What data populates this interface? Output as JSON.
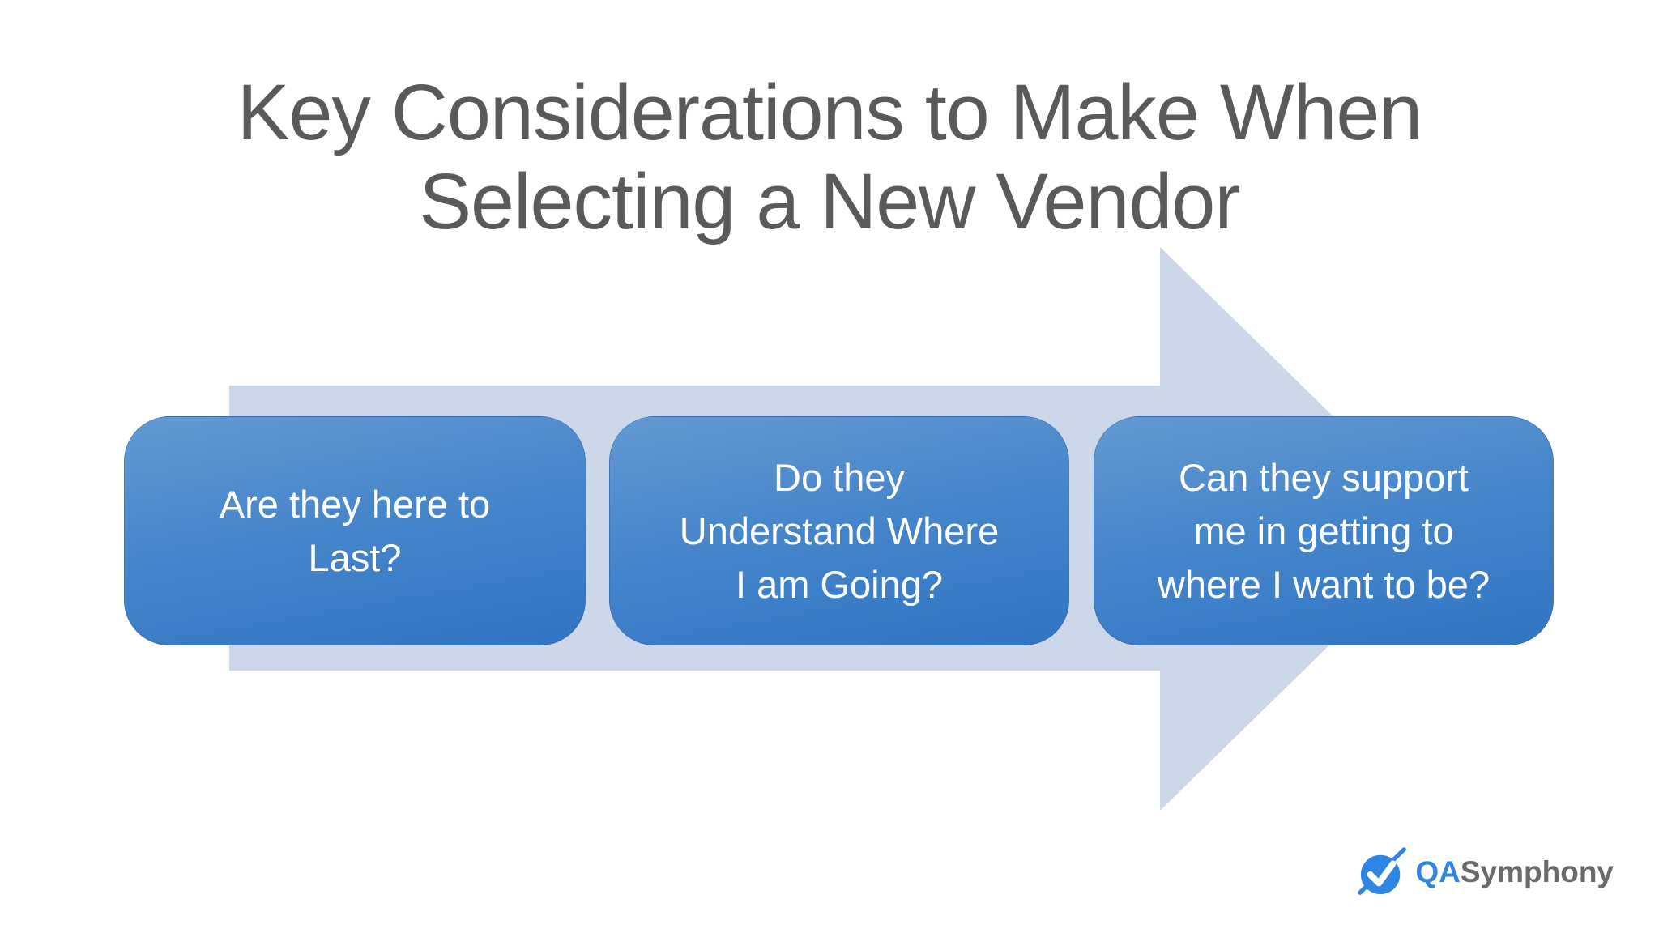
{
  "slide": {
    "title": {
      "full": "Key Considerations to Make When Selecting a New Vendor",
      "lines": [
        "Key Considerations to Make When",
        "Selecting a New Vendor"
      ]
    },
    "boxes": [
      {
        "label": "Are they here to Last?",
        "lines": [
          "Are they here to",
          "Last?"
        ]
      },
      {
        "label": "Do they Understand Where I am Going?",
        "lines": [
          "Do they",
          "Understand Where",
          "I am Going?"
        ]
      },
      {
        "label": "Can they support me in getting to where I want to be?",
        "lines": [
          "Can they support",
          "me in getting to",
          "where I want to be?"
        ]
      }
    ],
    "logo": {
      "brand_prefix": "QA",
      "brand_suffix": "Symphony"
    },
    "colors": {
      "title_text": "#5a5a5a",
      "arrow_fill": "#ccd7e9",
      "box_gradient_top": "#639ad3",
      "box_gradient_bottom": "#3075c3",
      "box_text": "#ffffff",
      "logo_blue": "#2f86e2",
      "logo_gray": "#6a6a6a",
      "background": "#ffffff"
    }
  }
}
